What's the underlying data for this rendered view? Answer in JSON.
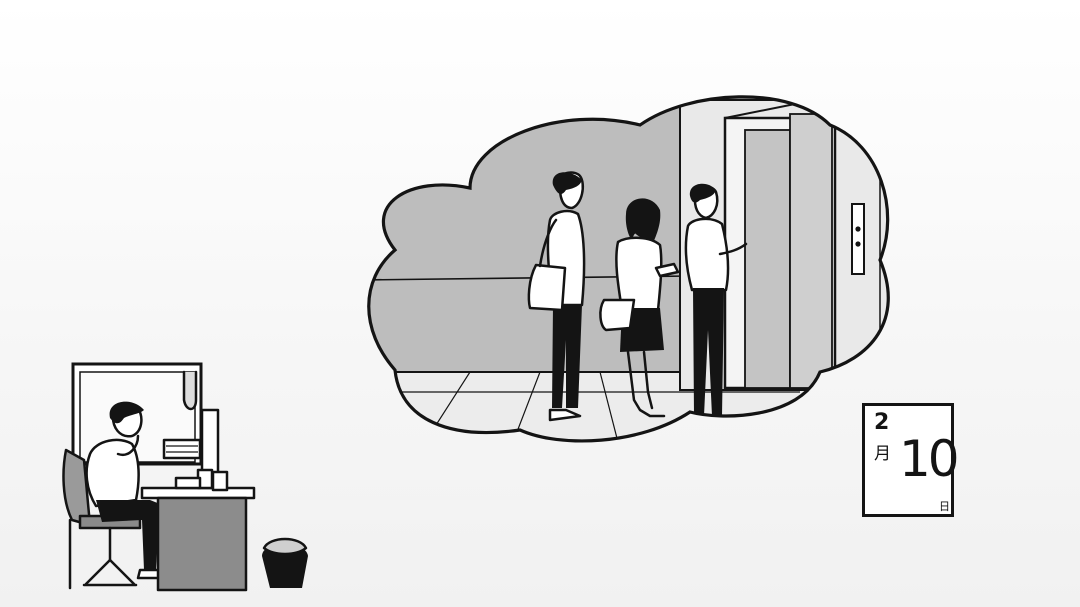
{
  "calendar": {
    "month": "2",
    "month_kanji": "月",
    "day": "10",
    "day_kanji": "日"
  },
  "colors": {
    "ink": "#141414",
    "wall_gray": "#bdbdbd",
    "floor_gray": "#dcdcdc",
    "paper": "#ffffff"
  }
}
